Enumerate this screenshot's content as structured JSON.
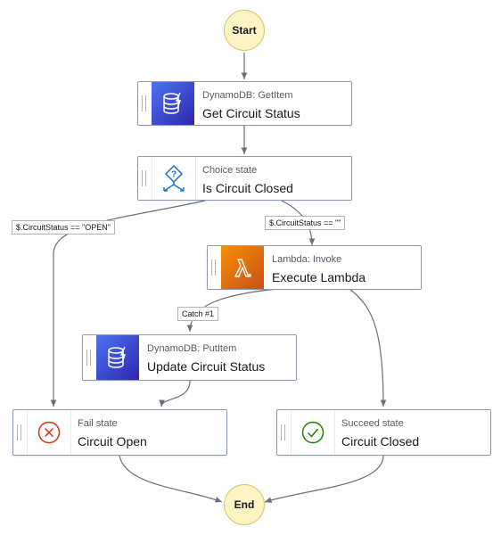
{
  "diagram": {
    "start_label": "Start",
    "end_label": "End",
    "states": {
      "get_circuit_status": {
        "type": "DynamoDB: GetItem",
        "name": "Get Circuit Status",
        "icon": "dynamodb-icon"
      },
      "is_circuit_closed": {
        "type": "Choice state",
        "name": "Is Circuit Closed",
        "icon": "choice-icon"
      },
      "execute_lambda": {
        "type": "Lambda: Invoke",
        "name": "Execute Lambda",
        "icon": "lambda-icon"
      },
      "update_circuit_status": {
        "type": "DynamoDB: PutItem",
        "name": "Update Circuit Status",
        "icon": "dynamodb-icon"
      },
      "circuit_open": {
        "type": "Fail state",
        "name": "Circuit Open",
        "icon": "fail-icon"
      },
      "circuit_closed": {
        "type": "Succeed state",
        "name": "Circuit Closed",
        "icon": "succeed-icon"
      }
    },
    "edge_labels": {
      "open": "$.CircuitStatus == \"OPEN\"",
      "empty": "$.CircuitStatus == \"\"",
      "catch": "Catch #1"
    },
    "colors": {
      "edge": "#687078",
      "dynamodb": "#3b48cc",
      "lambda": "#e07b10",
      "fail": "#d13212",
      "succeed": "#1d8102",
      "choice": "#1a73c9"
    }
  }
}
